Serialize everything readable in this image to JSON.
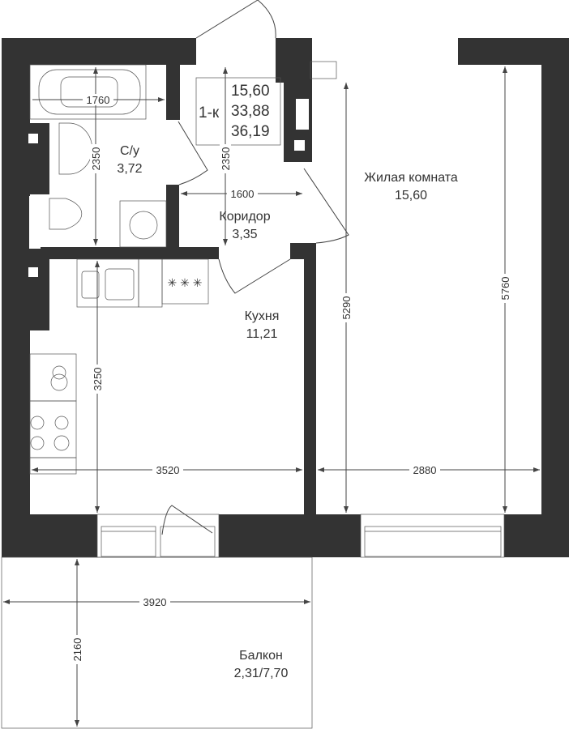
{
  "summary": {
    "type": "1-к",
    "living_area": "15,60",
    "total_area": "33,88",
    "total_with_balcony": "36,19"
  },
  "rooms": {
    "bathroom": {
      "name": "С/у",
      "area": "3,72"
    },
    "corridor": {
      "name": "Коридор",
      "area": "3,35"
    },
    "kitchen": {
      "name": "Кухня",
      "area": "11,21"
    },
    "living": {
      "name": "Жилая комната",
      "area": "15,60"
    },
    "balcony": {
      "name": "Балкон",
      "area": "2,31/7,70"
    }
  },
  "dimensions": {
    "bath_width": "1760",
    "bath_height": "2350",
    "corridor_height": "2350",
    "corridor_width": "1600",
    "kitchen_height": "3250",
    "kitchen_width": "3520",
    "living_height_inner": "5290",
    "living_height": "5760",
    "living_width": "2880",
    "balcony_width": "3920",
    "balcony_depth": "2160"
  },
  "colors": {
    "wall": "#333333",
    "line": "#444444"
  }
}
